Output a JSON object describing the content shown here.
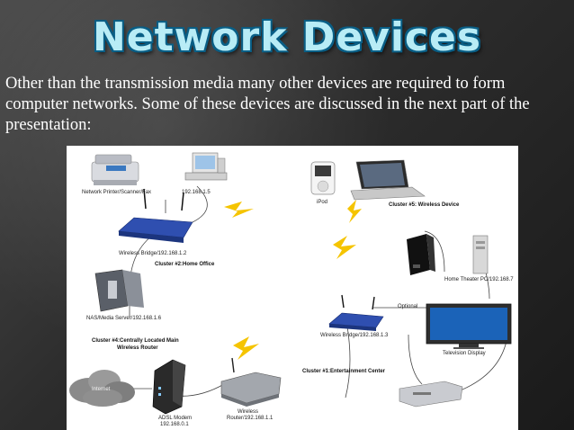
{
  "slide": {
    "title": "Network Devices",
    "body": "Other than the transmission media many other devices are required to form computer networks. Some of these devices are discussed in the next part of the presentation:"
  },
  "diagram": {
    "labels": {
      "printer": "Network Printer/Scanner/Fax",
      "pc": "192.168.1.5",
      "ipod": "iPod",
      "cluster5": "Cluster #5: Wireless Device",
      "bridge2": "Wireless Bridge/192.168.1.2",
      "cluster2": "Cluster #2:Home Office",
      "home_theater": "Home Theater PC/192.168.7",
      "nas": "NAS/Media Server/192.168.1.6",
      "optional": "Optional",
      "cluster4_line1": "Cluster #4:Centrally Located Main",
      "cluster4_line2": "Wireless Router",
      "bridge3": "Wireless Bridge/192.168.1.3",
      "tv": "Television Display",
      "cluster1": "Cluster #1:Entertainment Center",
      "internet": "Internet",
      "adsl_line1": "ADSL Modem",
      "adsl_line2": "192.168.0.1",
      "router_line1": "Wireless",
      "router_line2": "Router/192.168.1.1"
    }
  },
  "colors": {
    "title_fill": "#b8ecf6",
    "title_outline": "#0a5f86",
    "text": "#ffffff",
    "bolt": "#f5c400",
    "bridge": "#2f4fb0"
  }
}
